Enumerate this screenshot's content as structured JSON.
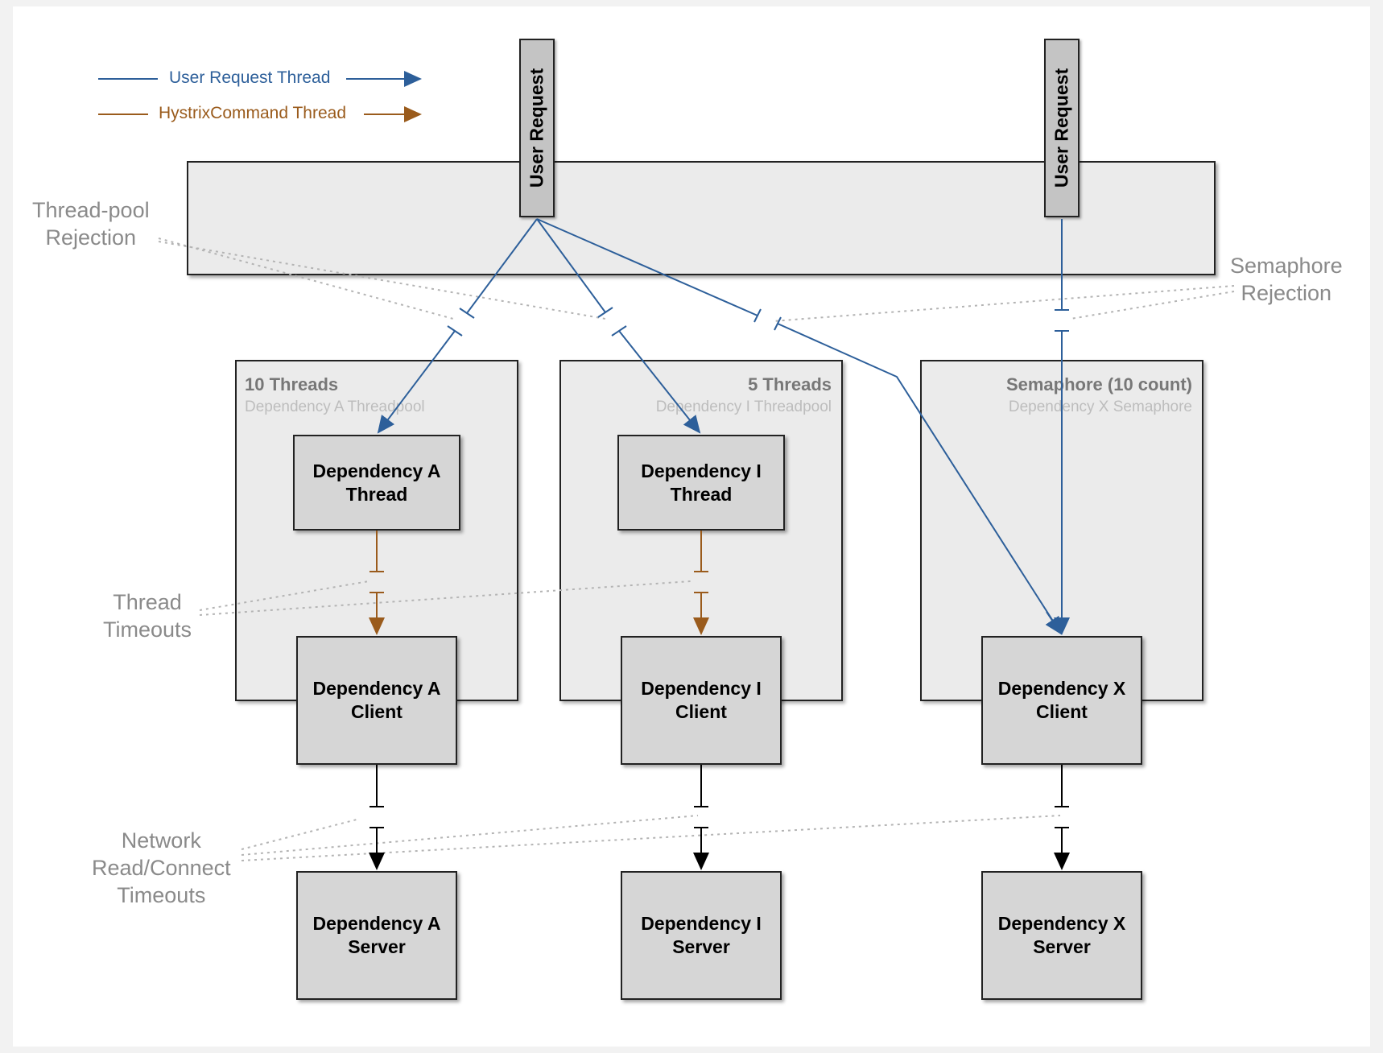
{
  "legend": {
    "user_request_thread": "User Request Thread",
    "hystrix_command_thread": "HystrixCommand Thread"
  },
  "user_request_labels": [
    "User Request",
    "User Request"
  ],
  "annotations": {
    "threadpool_rejection": [
      "Thread-pool",
      "Rejection"
    ],
    "semaphore_rejection": [
      "Semaphore",
      "Rejection"
    ],
    "thread_timeouts": [
      "Thread",
      "Timeouts"
    ],
    "network_timeouts": [
      "Network",
      "Read/Connect",
      "Timeouts"
    ]
  },
  "pools": {
    "a": {
      "title": "10 Threads",
      "subtitle": "Dependency A Threadpool"
    },
    "i": {
      "title": "5 Threads",
      "subtitle": "Dependency I Threadpool"
    },
    "x": {
      "title": "Semaphore (10 count)",
      "subtitle": "Dependency X Semaphore"
    }
  },
  "boxes": {
    "a_thread": [
      "Dependency A",
      "Thread"
    ],
    "i_thread": [
      "Dependency I",
      "Thread"
    ],
    "a_client": [
      "Dependency A",
      "Client"
    ],
    "i_client": [
      "Dependency I",
      "Client"
    ],
    "x_client": [
      "Dependency X",
      "Client"
    ],
    "a_server": [
      "Dependency A",
      "Server"
    ],
    "i_server": [
      "Dependency I",
      "Server"
    ],
    "x_server": [
      "Dependency X",
      "Server"
    ]
  },
  "colors": {
    "user_request_thread": "#2d5f9a",
    "hystrix_command_thread": "#9a5b1c",
    "network": "#000000",
    "annotation": "#8a8a8a",
    "box_fill": "#d6d6d6",
    "container_fill": "#ebebeb"
  }
}
